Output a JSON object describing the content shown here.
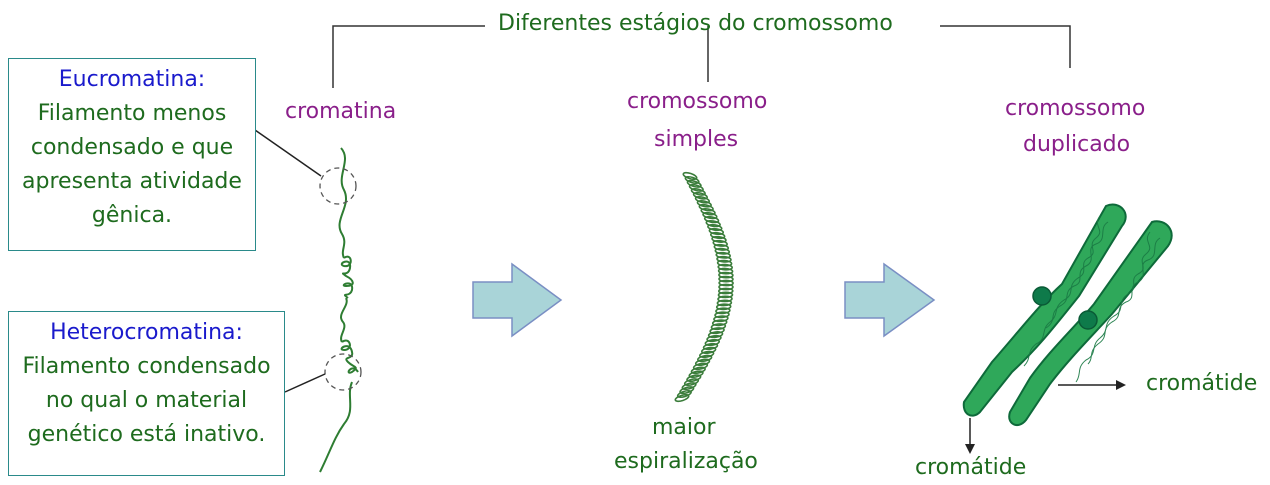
{
  "title": "Diferentes estágios do cromossomo",
  "stages": {
    "chromatin": "cromatina",
    "simple_line1": "cromossomo",
    "simple_line2": "simples",
    "duplicated_line1": "cromossomo",
    "duplicated_line2": "duplicado"
  },
  "euchromatin": {
    "title": "Eucromatina:",
    "lines": [
      "Filamento menos",
      "condensado e que",
      "apresenta atividade",
      "gênica."
    ]
  },
  "heterochromatin": {
    "title": "Heterocromatina:",
    "lines": [
      "Filamento condensado",
      "no qual o material",
      "genético está inativo."
    ]
  },
  "spiral_caption": {
    "line1": "maior",
    "line2": "espiralização"
  },
  "chromatid_right": "cromátide",
  "chromatid_bottom": "cromátide",
  "colors": {
    "green_text": "#1e6b1e",
    "purple_text": "#8a1f8a",
    "blue_text": "#1a1acc",
    "box_border": "#2a8a8a",
    "arrow_fill": "#a9d4d8",
    "chromosome_fill": "#2fa85a",
    "chromosome_dark": "#0e6a3a"
  }
}
